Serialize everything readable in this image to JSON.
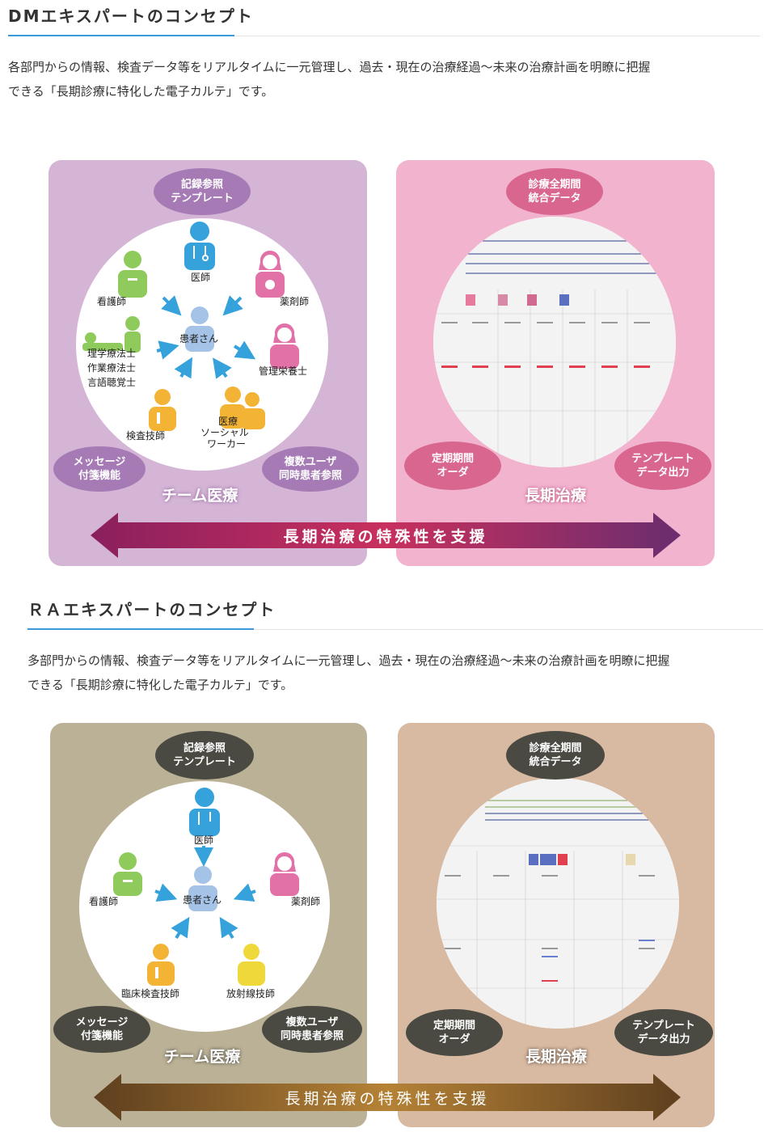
{
  "dm": {
    "title": "DMエキスパートのコンセプト",
    "desc_line1": "各部門からの情報、検査データ等をリアルタイムに一元管理し、過去・現在の治療経過～未来の治療計画を明瞭に把握",
    "desc_line2": "できる「長期診療に特化した電子カルテ」です。",
    "left": {
      "top_bubble": [
        "記録参照",
        "テンプレート"
      ],
      "bl_bubble": [
        "メッセージ",
        "付箋機能"
      ],
      "br_bubble": [
        "複数ユーザ",
        "同時患者参照"
      ],
      "title": "チーム医療",
      "roles": {
        "doctor": "医師",
        "nurse": "看護師",
        "pharmacist": "薬剤師",
        "patient": "患者さん",
        "therapist1": "理学療法士",
        "therapist2": "作業療法士",
        "therapist3": "言語聴覚士",
        "dietitian": "管理栄養士",
        "lab": "検査技師",
        "social1": "医療",
        "social2": "ソーシャル",
        "social3": "ワーカー"
      }
    },
    "right": {
      "top_bubble": [
        "診療全期間",
        "統合データ"
      ],
      "bl_bubble": [
        "定期期間",
        "オーダ"
      ],
      "br_bubble": [
        "テンプレート",
        "データ出力"
      ],
      "title": "長期治療"
    },
    "banner": "長期治療の特殊性を支援"
  },
  "ra": {
    "title": "ＲＡエキスパートのコンセプト",
    "desc_line1": "多部門からの情報、検査データ等をリアルタイムに一元管理し、過去・現在の治療経過～未来の治療計画を明瞭に把握",
    "desc_line2": "できる「長期診療に特化した電子カルテ」です。",
    "left": {
      "top_bubble": [
        "記録参照",
        "テンプレート"
      ],
      "bl_bubble": [
        "メッセージ",
        "付箋機能"
      ],
      "br_bubble": [
        "複数ユーザ",
        "同時患者参照"
      ],
      "title": "チーム医療",
      "roles": {
        "doctor": "医師",
        "nurse": "看護師",
        "pharmacist": "薬剤師",
        "patient": "患者さん",
        "lab": "臨床検査技師",
        "radiology": "放射線技師"
      }
    },
    "right": {
      "top_bubble": [
        "診療全期間",
        "統合データ"
      ],
      "bl_bubble": [
        "定期期間",
        "オーダ"
      ],
      "br_bubble": [
        "テンプレート",
        "データ出力"
      ],
      "title": "長期治療"
    },
    "banner": "長期治療の特殊性を支援"
  },
  "colors": {
    "accent_line": "#3a9ad9",
    "dm_left_panel": "#d4b5d6",
    "dm_right_panel": "#f2b3cf",
    "dm_bubble_left": "#a67bb5",
    "dm_bubble_right": "#d9668f",
    "ra_left_panel": "#bbb196",
    "ra_right_panel": "#d8b9a1",
    "ra_bubble": "#4a4a43",
    "blue_person": "#36a2dc",
    "green_person": "#8fcb5c",
    "pink_person": "#e271a8",
    "orange_person": "#f3b334",
    "yellow_person": "#efd83a",
    "patient": "#a4c3e6"
  }
}
